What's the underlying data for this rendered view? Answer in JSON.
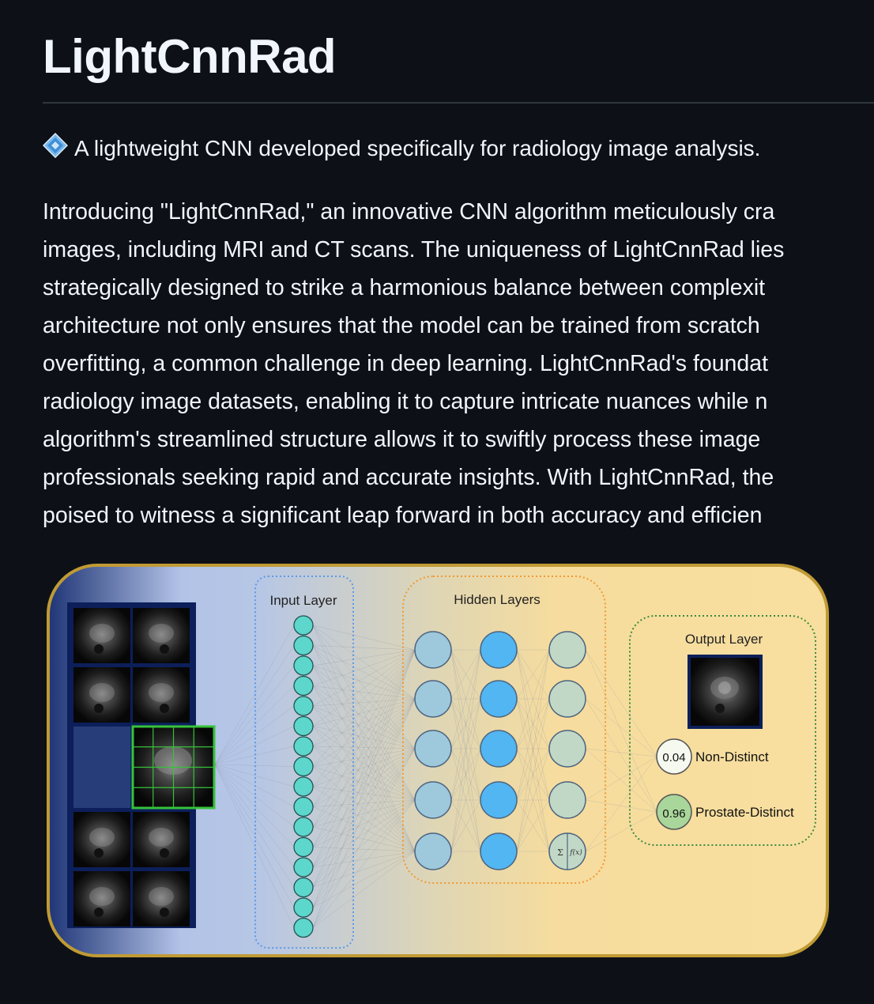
{
  "readme": {
    "title": "LightCnnRad",
    "tagline": "A lightweight CNN developed specifically for radiology image analysis.",
    "tagline_icon": "sparkle-diamond-icon",
    "intro_lines": [
      "Introducing \"LightCnnRad,\" an innovative CNN algorithm meticulously cra",
      "images, including MRI and CT scans. The uniqueness of LightCnnRad lies",
      "strategically designed to strike a harmonious balance between complexit",
      "architecture not only ensures that the model can be trained from scratch",
      "overfitting, a common challenge in deep learning. LightCnnRad's foundat",
      "radiology image datasets, enabling it to capture intricate nuances while n",
      "algorithm's streamlined structure allows it to swiftly process these image",
      "professionals seeking rapid and accurate insights. With LightCnnRad, the",
      "poised to witness a significant leap forward in both accuracy and efficien"
    ]
  },
  "diagram": {
    "input_layer_label": "Input Layer",
    "hidden_layers_label": "Hidden Layers",
    "output_layer_label": "Output Layer",
    "input_nodes": 16,
    "hidden_columns": 3,
    "hidden_nodes_per_column": 5,
    "activation_node_symbols": [
      "Σ",
      "f(x)"
    ],
    "outputs": [
      {
        "value": "0.04",
        "label": "Non-Distinct"
      },
      {
        "value": "0.96",
        "label": "Prostate-Distinct"
      }
    ],
    "colors": {
      "input_node": "#5dd6cc",
      "hidden_col_1": "#9ec8dc",
      "hidden_col_2": "#52b6f2",
      "hidden_col_3": "#c2d8c6",
      "output_low": "#f6f9ef",
      "output_high": "#a9d69a",
      "frame_border": "#c09a34",
      "input_box": "#5b9be8",
      "hidden_box": "#f09a35",
      "output_box": "#3a8a3a"
    }
  }
}
